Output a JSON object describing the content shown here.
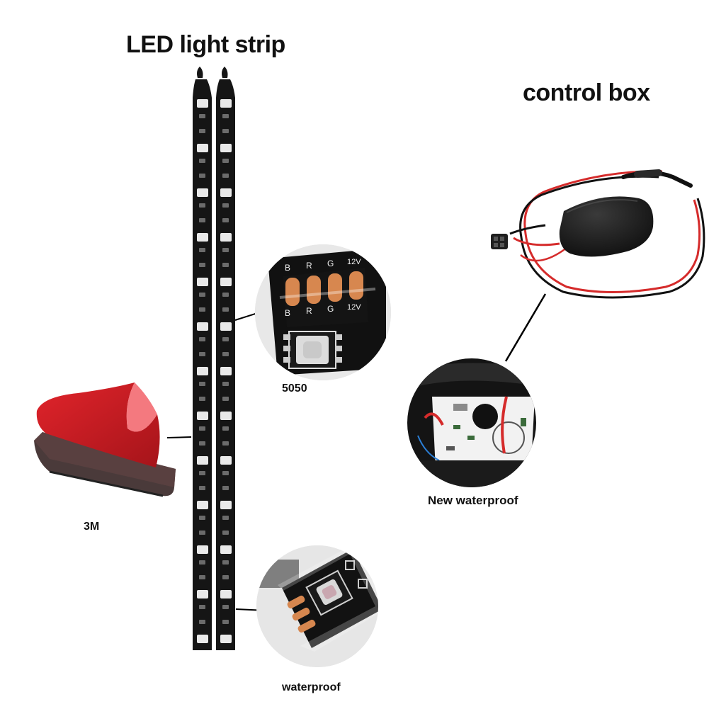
{
  "labels": {
    "led_strip": "LED light strip",
    "control_box": "control box",
    "chip": "5050",
    "tape": "3M",
    "new_waterproof": "New waterproof",
    "waterproof": "waterproof"
  },
  "pad_labels": {
    "b": "B",
    "r": "R",
    "g": "G",
    "v12": "12V"
  },
  "colors": {
    "strip_pcb": "#151515",
    "led_body": "#e9e9e9",
    "copper_pad": "#d7874f",
    "tape_red": "#d51f26",
    "wire_red": "#d52b2b",
    "wire_black": "#111111",
    "box_body": "#1c1c1c",
    "callout_line": "#000000"
  }
}
